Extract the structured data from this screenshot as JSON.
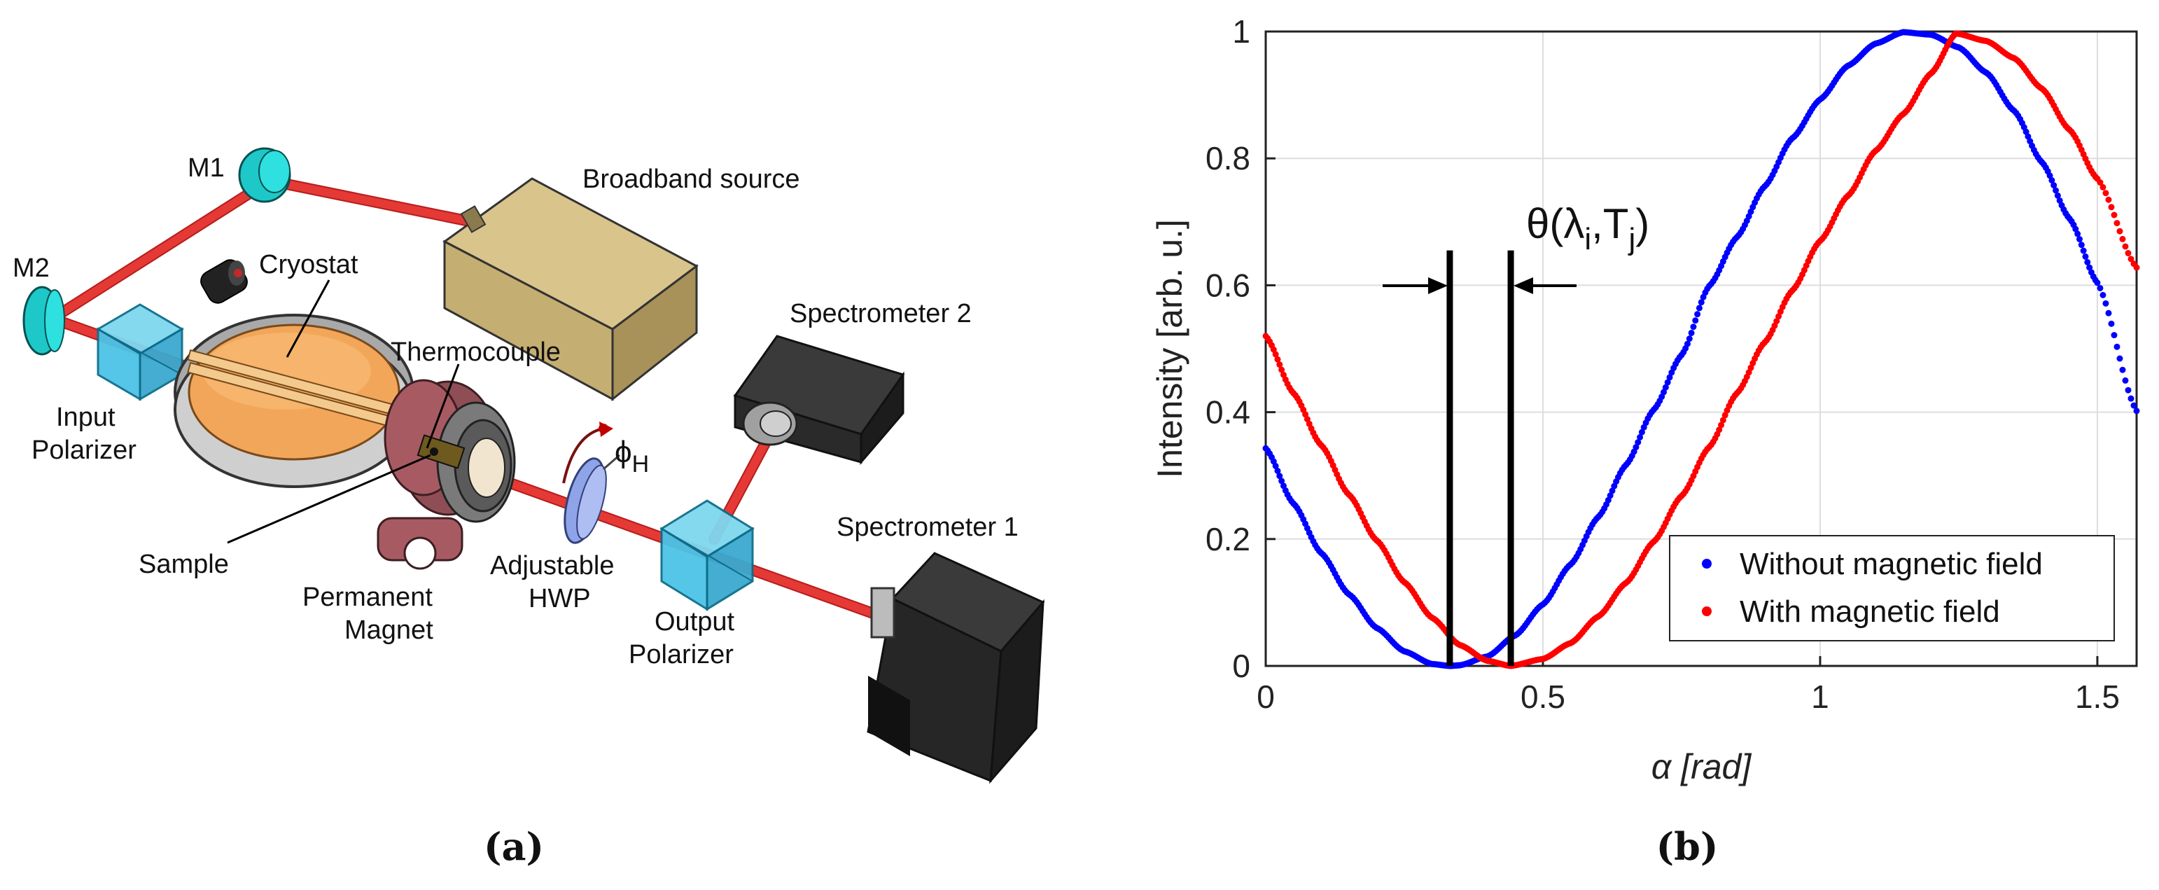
{
  "panel_a": {
    "labels": {
      "m1": "M1",
      "m2": "M2",
      "broadband_source": "Broadband source",
      "cryostat": "Cryostat",
      "thermocouple": "Thermocouple",
      "spectrometer2": "Spectrometer 2",
      "spectrometer1": "Spectrometer 1",
      "input_polarizer_1": "Input",
      "input_polarizer_2": "Polarizer",
      "sample": "Sample",
      "permanent_magnet_1": "Permanent",
      "permanent_magnet_2": "Magnet",
      "hwp_1": "Adjustable",
      "hwp_2": "HWP",
      "output_polarizer_1": "Output",
      "output_polarizer_2": "Polarizer",
      "phi_main": "ϕ",
      "phi_sub": "H"
    },
    "caption": "(a)"
  },
  "panel_b": {
    "caption": "(b)",
    "annotation": {
      "theta": "θ(λ",
      "sub_i": "i",
      "comma_t": ",T",
      "sub_j": "j",
      "close": ")"
    }
  },
  "chart_data": {
    "type": "scatter",
    "xlabel": "α [rad]",
    "ylabel": "Intensity [arb. u.]",
    "xlim": [
      0,
      1.5708
    ],
    "ylim": [
      0,
      1
    ],
    "xticks": [
      "0",
      "0.5",
      "1",
      "1.5"
    ],
    "yticks": [
      "0",
      "0.2",
      "0.4",
      "0.6",
      "0.8",
      "1"
    ],
    "xtick_values": [
      0,
      0.5,
      1,
      1.5
    ],
    "ytick_values": [
      0,
      0.2,
      0.4,
      0.6,
      0.8,
      1
    ],
    "grid": true,
    "legend_position": "bottom-right",
    "series": [
      {
        "name": "Without magnetic field",
        "color": "#0000ff",
        "x": [
          0,
          0.05,
          0.1,
          0.15,
          0.2,
          0.25,
          0.3,
          0.332,
          0.35,
          0.4,
          0.45,
          0.5,
          0.55,
          0.6,
          0.65,
          0.7,
          0.75,
          0.8,
          0.85,
          0.9,
          0.95,
          1.0,
          1.05,
          1.1,
          1.15,
          1.2,
          1.25,
          1.3,
          1.35,
          1.4,
          1.45,
          1.5,
          1.5708
        ],
        "y": [
          0.343,
          0.256,
          0.178,
          0.113,
          0.06,
          0.023,
          0.003,
          0.0,
          0.001,
          0.015,
          0.048,
          0.097,
          0.16,
          0.235,
          0.317,
          0.404,
          0.49,
          0.599,
          0.676,
          0.756,
          0.832,
          0.893,
          0.946,
          0.981,
          0.999,
          0.995,
          0.975,
          0.935,
          0.875,
          0.794,
          0.705,
          0.604,
          0.402
        ]
      },
      {
        "name": "With magnetic field",
        "color": "#ff0000",
        "x": [
          0,
          0.05,
          0.1,
          0.15,
          0.2,
          0.25,
          0.3,
          0.35,
          0.4,
          0.442,
          0.5,
          0.55,
          0.6,
          0.65,
          0.7,
          0.75,
          0.8,
          0.85,
          0.9,
          0.95,
          1.0,
          1.05,
          1.1,
          1.15,
          1.2,
          1.245,
          1.3,
          1.35,
          1.4,
          1.45,
          1.5,
          1.5708
        ],
        "y": [
          0.52,
          0.43,
          0.348,
          0.27,
          0.198,
          0.132,
          0.076,
          0.033,
          0.008,
          0.0,
          0.011,
          0.036,
          0.078,
          0.131,
          0.196,
          0.268,
          0.345,
          0.43,
          0.51,
          0.592,
          0.67,
          0.741,
          0.812,
          0.87,
          0.934,
          0.997,
          0.985,
          0.958,
          0.91,
          0.845,
          0.768,
          0.628
        ]
      }
    ],
    "markers_x": [
      0.332,
      0.442
    ]
  }
}
